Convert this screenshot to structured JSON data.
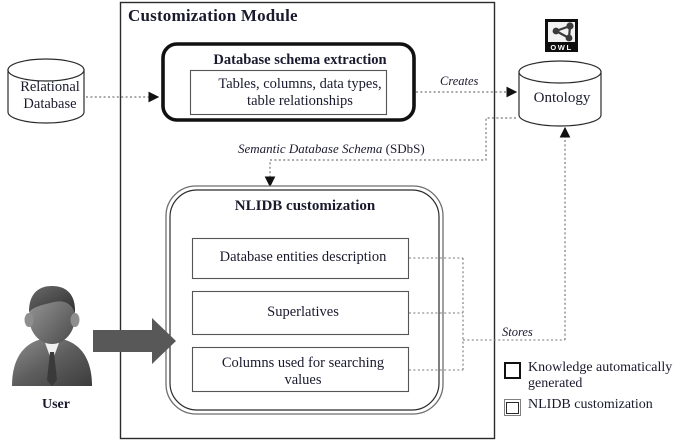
{
  "diagram": {
    "module": {
      "title": "Customization Module"
    },
    "relational_database": {
      "label": "Relational\nDatabase",
      "shape": "cylinder"
    },
    "ontology": {
      "label": "Ontology",
      "shape": "cylinder",
      "badge": "OWL"
    },
    "schema_extraction": {
      "title": "Database schema extraction",
      "body": "Tables, columns, data types,\ntable relationships"
    },
    "nlidb": {
      "title": "NLIDB customization",
      "items": [
        {
          "label": "Database entities description"
        },
        {
          "label": "Superlatives"
        },
        {
          "label": "Columns used for searching\nvalues"
        }
      ]
    },
    "edges": {
      "creates": "Creates",
      "stores": "Stores",
      "sdbs_italic": "Semantic Database Schema",
      "sdbs_plain": " (SDbS)"
    },
    "user": {
      "label": "User",
      "icon": "user-avatar-icon"
    },
    "legend": {
      "items": [
        {
          "swatch": "thick-black-square",
          "label": "Knowledge automatically generated"
        },
        {
          "swatch": "double-line-square",
          "label": "NLIDB customization"
        }
      ]
    },
    "colors": {
      "stroke": "#2b2b2b",
      "text": "#1a1a2e",
      "arrow_gray": "#585858",
      "dotted": "#777777",
      "legend_gray": "#808080"
    }
  }
}
